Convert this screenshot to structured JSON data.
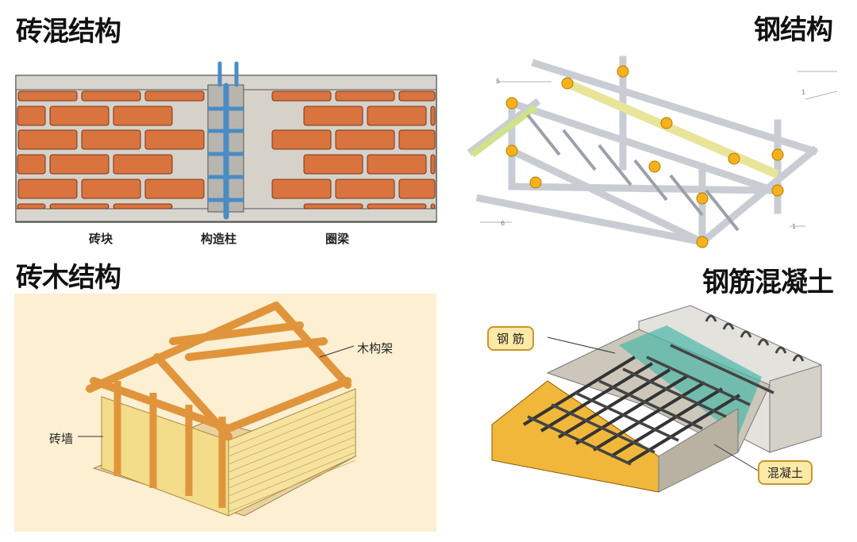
{
  "panels": {
    "brick_concrete": {
      "title": "砖混结构",
      "labels": {
        "brick": "砖块",
        "column": "构造柱",
        "ring_beam": "圈梁"
      }
    },
    "steel": {
      "title": "钢结构",
      "callouts": [
        "5",
        "1",
        "1",
        "6"
      ]
    },
    "brick_wood": {
      "title": "砖木结构",
      "labels": {
        "frame": "木构架",
        "wall": "砖墙"
      }
    },
    "reinforced_concrete": {
      "title": "钢筋混凝土",
      "labels": {
        "rebar": "钢 筋",
        "concrete": "混凝土"
      }
    }
  },
  "colors": {
    "brick": "#d9743f",
    "mortar": "#d6d2ca",
    "rebar": "#4a8cc4",
    "steel": "#c9cdd3",
    "joint": "#f5b21c",
    "wood": "#e0953c",
    "yellow_brick": "#f3dc8a",
    "concrete": "#b9b2a3",
    "foam": "#f0b73a",
    "teal": "#4bb8a8"
  }
}
